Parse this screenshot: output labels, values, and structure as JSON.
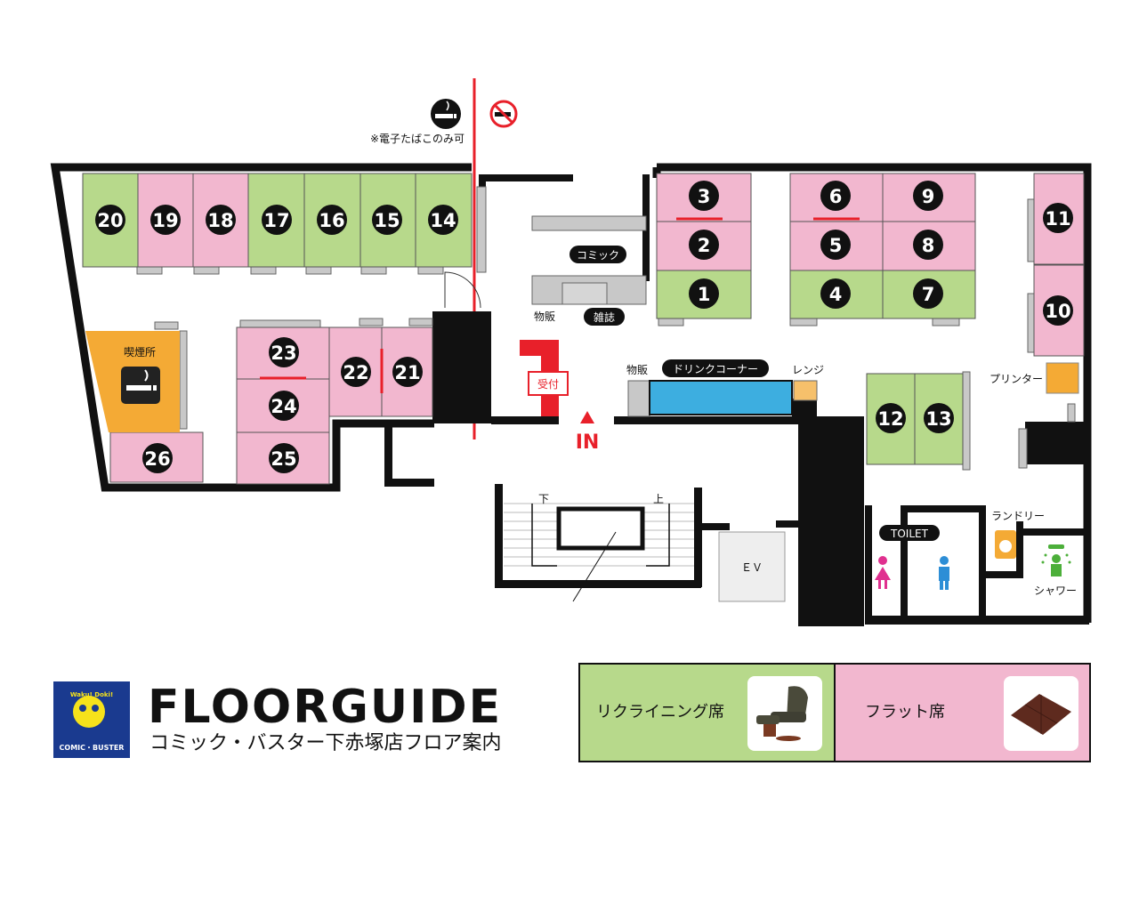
{
  "map": {
    "title": "FLOORGUIDE",
    "subtitle": "コミック・バスター下赤塚店フロア案内",
    "logo": {
      "top_text": "Waku! Doki!",
      "bottom_text": "COMIC・BUSTER"
    },
    "smoking_note": "※電子たばこのみ可",
    "smoking_room": "喫煙所",
    "reception": "受付",
    "entrance": "IN",
    "labels": {
      "comic": "コミック",
      "magazine": "雑誌",
      "goods_left": "物販",
      "goods_right": "物販",
      "drink_corner": "ドリンクコーナー",
      "range": "レンジ",
      "printer": "プリンター",
      "toilet": "TOILET",
      "laundry": "ランドリー",
      "shower": "シャワー",
      "elevator": "ＥＶ",
      "stairs_down": "下",
      "stairs_up": "上"
    },
    "seats": {
      "recliner": [
        "1",
        "4",
        "7",
        "12",
        "13",
        "14",
        "15",
        "16",
        "17",
        "20"
      ],
      "flat": [
        "2",
        "3",
        "5",
        "6",
        "8",
        "9",
        "10",
        "11",
        "18",
        "19",
        "21",
        "22",
        "23",
        "24",
        "25",
        "26"
      ]
    },
    "legend": {
      "recliner_label": "リクライニング席",
      "flat_label": "フラット席"
    },
    "colors": {
      "recliner": "#b7d98b",
      "flat": "#f2b7cf",
      "smoking_room": "#f4aa35",
      "drink_corner": "#3daee0",
      "accent_red": "#e8202a",
      "wall": "#111111",
      "shelf": "#c8c8c8",
      "logo_blue": "#1a3a8f"
    }
  }
}
